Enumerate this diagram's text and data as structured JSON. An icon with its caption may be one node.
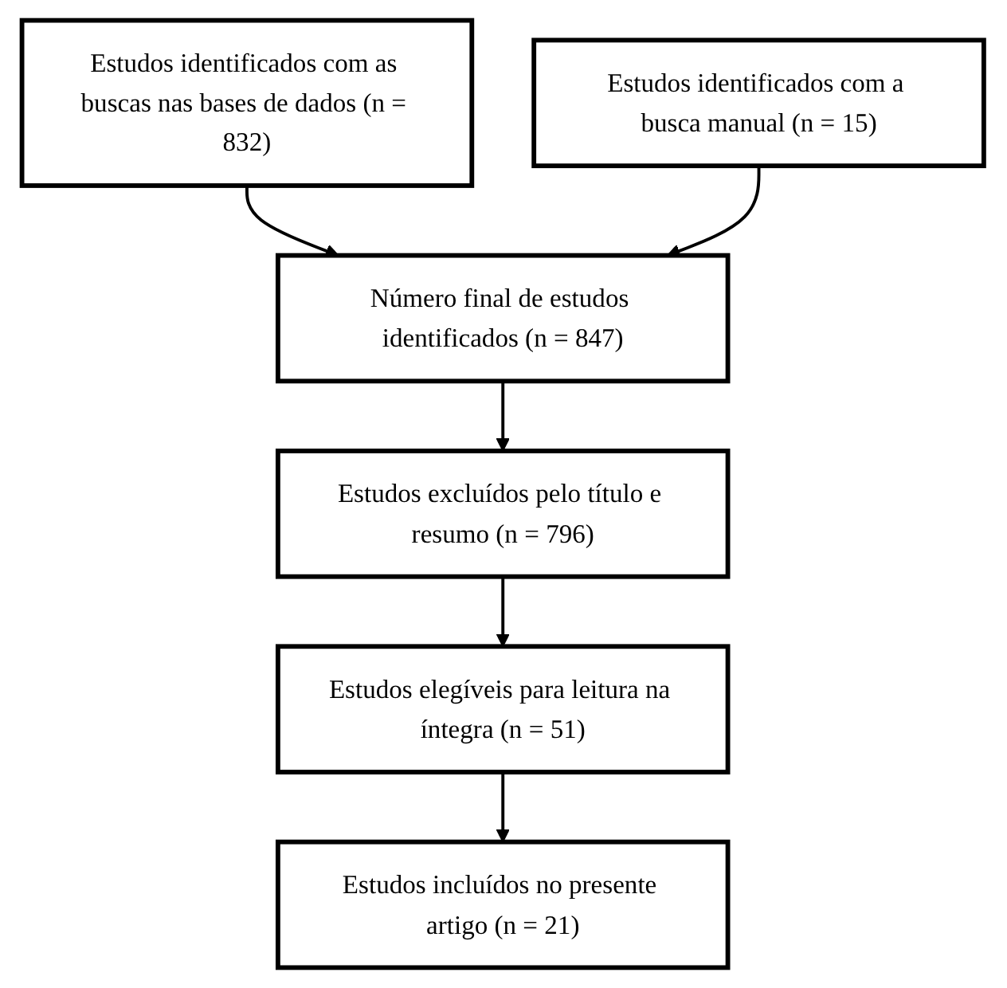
{
  "diagram": {
    "nodes": [
      {
        "text": [
          "Estudos identificados com as buscas nas bases de dados (n = 832)"
        ]
      },
      {
        "text": [
          "Estudos identificados com a busca manual (n = 15)"
        ]
      },
      {
        "text": [
          "Número final de estudos identificados (n = 847)"
        ]
      },
      {
        "text": [
          "Estudos excluídos pelo título e resumo (n = 796)"
        ]
      },
      {
        "text": [
          "Estudos elegíveis para leitura na íntegra (n = 51)"
        ]
      },
      {
        "text": [
          "Estudos incluídos no presente artigo (n = 21)"
        ]
      }
    ],
    "edges": [
      {
        "from": 0,
        "to": 2,
        "arrow": "to"
      },
      {
        "from": 1,
        "to": 2,
        "arrow": "to"
      },
      {
        "from": 2,
        "to": 3,
        "arrow": "to"
      },
      {
        "from": 3,
        "to": 4,
        "arrow": "to"
      },
      {
        "from": 4,
        "to": 5,
        "arrow": "to"
      }
    ]
  }
}
